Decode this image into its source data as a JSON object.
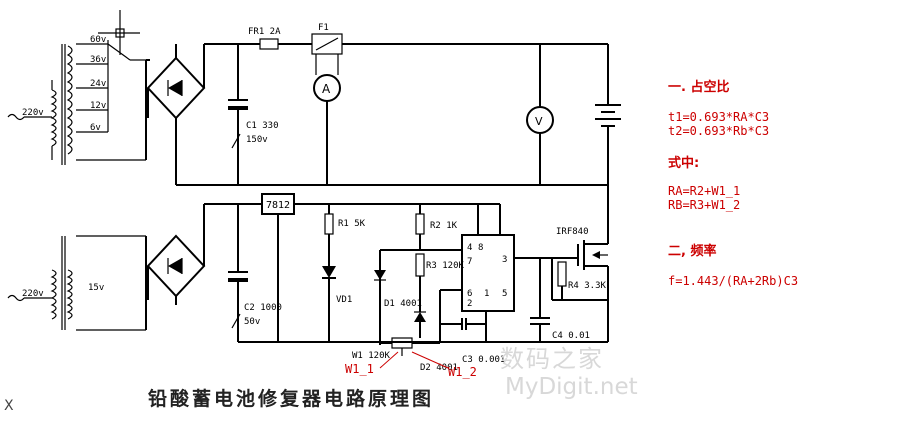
{
  "diagram": {
    "title": "铅酸蓄电池修复器电路原理图",
    "watermark_cn": "数码之家",
    "watermark_en": "MyDigit.net",
    "corner_mark": "X",
    "labels": {
      "v60": "60v",
      "v36": "36v",
      "v24": "24v",
      "v12": "12v",
      "v6": "6v",
      "ac1": "220v",
      "ac2": "220v",
      "v15": "15v",
      "fr1": "FR1 2A",
      "f1": "F1",
      "ammeter": "A",
      "voltmeter": "V",
      "c1": "C1 330",
      "c1v": "150v",
      "reg": "7812",
      "r1": "R1 5K",
      "r2": "R2 1K",
      "r3": "R3 120K",
      "vd1": "VD1",
      "d1": "D1 4001",
      "d2": "D2 4001",
      "c2": "C2 1000",
      "c2v": "50v",
      "w1": "W1 120K",
      "c3": "C3 0.001",
      "c4": "C4 0.01",
      "mosfet": "IRF840",
      "r4": "R4 3.3K",
      "ic_pin4": "4",
      "ic_pin8": "8",
      "ic_pin7": "7",
      "ic_pin6": "6",
      "ic_pin2": "2",
      "ic_pin1": "1",
      "ic_pin5": "5",
      "ic_pin3": "3"
    },
    "red_labels": {
      "w1_1": "W1_1",
      "w1_2": "W1_2"
    }
  },
  "notes": {
    "h1": "一. 占空比",
    "t1": "t1=0.693*RA*C3",
    "t2": "t2=0.693*Rb*C3",
    "h2": "式中:",
    "ra": "RA=R2+W1_1",
    "rb": "RB=R3+W1_2",
    "h3": "二, 频率",
    "f": "f=1.443/(RA+2Rb)C3"
  },
  "colors": {
    "wire": "#000000",
    "annotation": "#cc0000",
    "watermark": "#d8d8d8"
  }
}
